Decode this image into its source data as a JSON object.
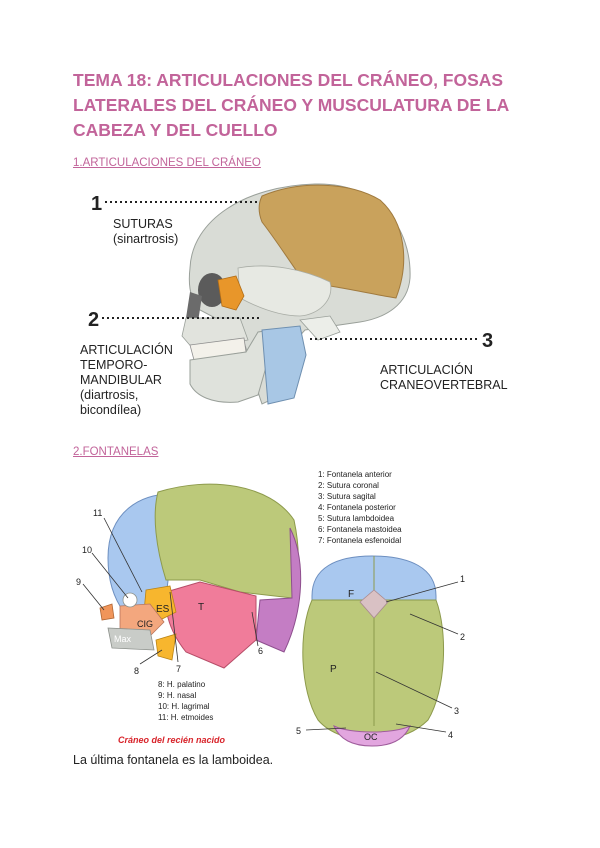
{
  "title": "TEMA 18: ARTICULACIONES DEL CRÁNEO, FOSAS LATERALES DEL CRÁNEO Y MUSCULATURA DE LA CABEZA Y DEL CUELLO",
  "section1": {
    "heading": "1.ARTICULACIONES DEL CRÁNEO",
    "figure": {
      "n1": "1",
      "n2": "2",
      "n3": "3",
      "l1a": "SUTURAS",
      "l1b": "(sinartrosis)",
      "l2a": "ARTICULACIÓN",
      "l2b": "TEMPORO-",
      "l2c": "MANDIBULAR",
      "l2d": "(diartrosis,",
      "l2e": "bicondílea)",
      "l3a": "ARTICULACIÓN",
      "l3b": "CRANEOVERTEBRAL"
    }
  },
  "section2": {
    "heading": "2.FONTANELAS",
    "legend_top": [
      "1: Fontanela anterior",
      "2: Sutura coronal",
      "3: Sutura sagital",
      "4: Fontanela posterior",
      "5: Sutura lambdoidea",
      "6: Fontanela mastoidea",
      "7: Fontanela esfenoidal"
    ],
    "legend_bottom": [
      "8:  H. palatino",
      "9:  H. nasal",
      "10: H. lagrimal",
      "11: H. etmoides"
    ],
    "side_labels": {
      "ES": "ES",
      "T": "T",
      "CIG": "CIG",
      "Max": "Max"
    },
    "side_numbers": {
      "n6": "6",
      "n7": "7",
      "n8": "8",
      "n9": "9",
      "n10": "10",
      "n11": "11"
    },
    "top_labels": {
      "F": "F",
      "P": "P",
      "OC": "OC"
    },
    "top_numbers": {
      "n1": "1",
      "n2": "2",
      "n3": "3",
      "n4": "4",
      "n5": "5"
    },
    "figure_caption": "Cráneo del recién nacido"
  },
  "caption": "La última fontanela es la lamboidea.",
  "colors": {
    "heading": "#c2649a",
    "caption_red": "#d8232a",
    "bone_tan": "#c9a25c",
    "bone_orange": "#e8962a",
    "bone_green": "#bcc97a",
    "bone_blue": "#a9c8ef",
    "bone_pink": "#f07c9a",
    "bone_purple": "#c47dc4"
  }
}
